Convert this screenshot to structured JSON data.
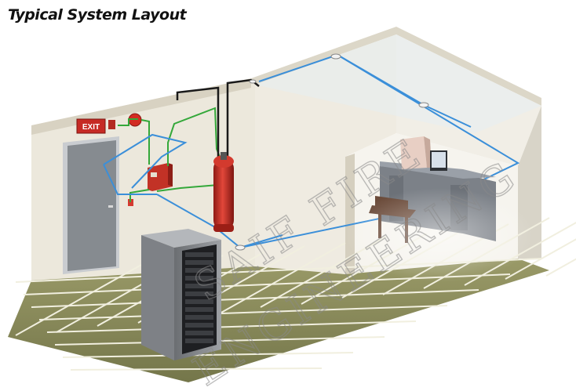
{
  "title": "Typical System Layout",
  "signage": {
    "exit_label": "EXIT"
  },
  "watermark": {
    "line1": "SAIF FIRE",
    "line2": "ENGINEERING"
  },
  "colors": {
    "wall": "#e9e4d8",
    "floor": "#8b8c5c",
    "floor_grid": "#f1efdf",
    "cylinder": "#cc2a22",
    "detection_wiring": "#3b8fd9",
    "alarm_wiring": "#34a83a",
    "discharge_pipe": "#1a1a1a",
    "exit_sign": "#c62a25"
  }
}
